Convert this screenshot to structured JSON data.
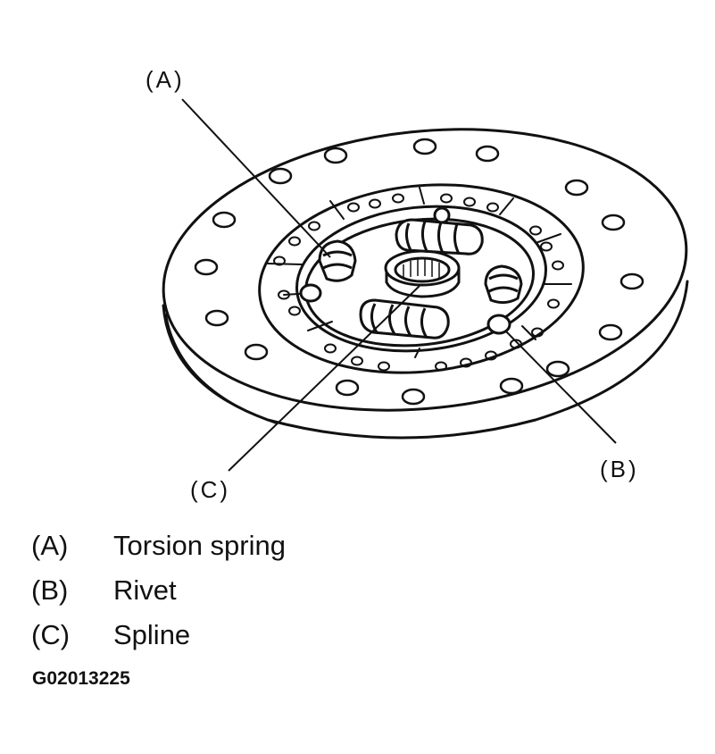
{
  "callouts": {
    "a": "(A)",
    "b": "(B)",
    "c": "(C)"
  },
  "legend": [
    {
      "key": "(A)",
      "text": "Torsion spring"
    },
    {
      "key": "(B)",
      "text": "Rivet"
    },
    {
      "key": "(C)",
      "text": "Spline"
    }
  ],
  "figure_code": "G02013225",
  "colors": {
    "line": "#111111",
    "background": "#ffffff"
  }
}
